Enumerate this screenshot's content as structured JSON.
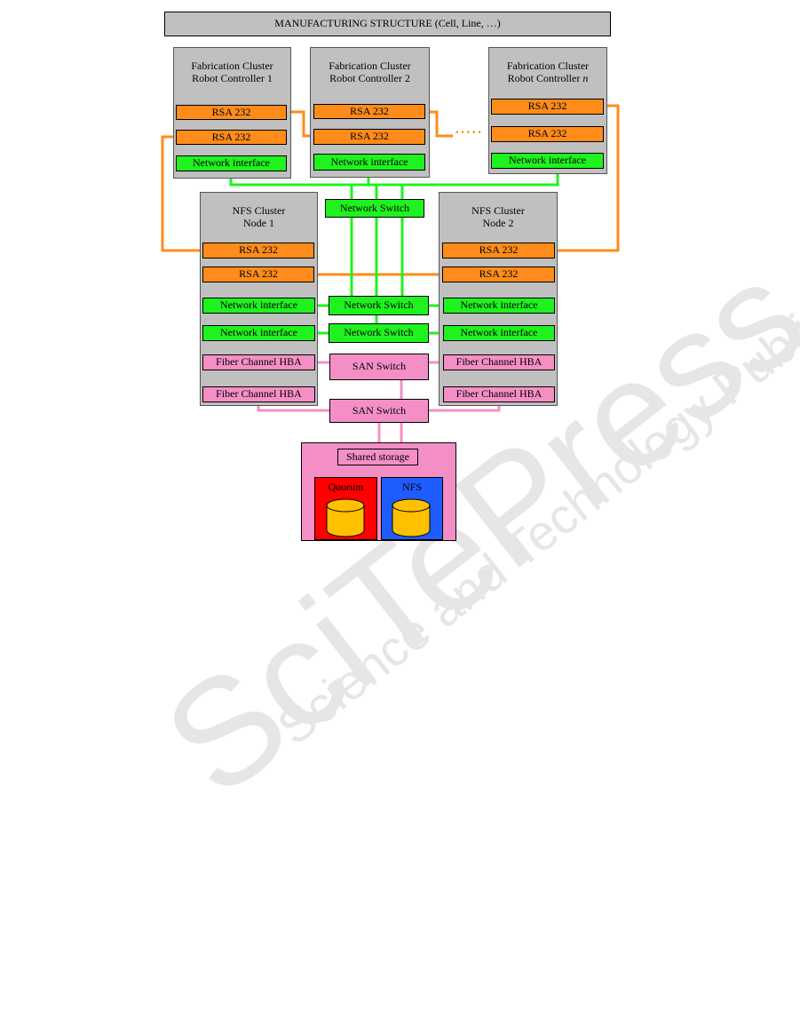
{
  "diagram": {
    "title": "MANUFACTURING STRUCTURE (Cell, Line, …)",
    "controllers": [
      {
        "line1": "Fabrication Cluster",
        "line2": "Robot Controller 1"
      },
      {
        "line1": "Fabrication Cluster",
        "line2": "Robot Controller 2"
      },
      {
        "line1": "Fabrication Cluster",
        "line2": "Robot Controller ",
        "line2_italic": "n"
      }
    ],
    "ellipsis": "·····",
    "nfs_nodes": [
      {
        "line1": "NFS Cluster",
        "line2": "Node 1"
      },
      {
        "line1": "NFS Cluster",
        "line2": "Node 2"
      }
    ],
    "labels": {
      "rsa": "RSA 232",
      "network_interface": "Network interface",
      "network_switch": "Network Switch",
      "fiber_hba": "Fiber Channel HBA",
      "san_switch": "SAN Switch",
      "shared_storage": "Shared storage",
      "quorum": "Quorum",
      "nfs": "NFS"
    },
    "colors": {
      "serial_link": "#ff8c1a",
      "network_link": "#1ff21f",
      "san_link": "#f48fc6",
      "quorum_fill": "#ff0000",
      "nfs_fill": "#1f5cff",
      "disk_fill": "#ffc000"
    }
  },
  "watermark": {
    "line1": "SciTePress",
    "line2": "Science and Technology Publications"
  }
}
